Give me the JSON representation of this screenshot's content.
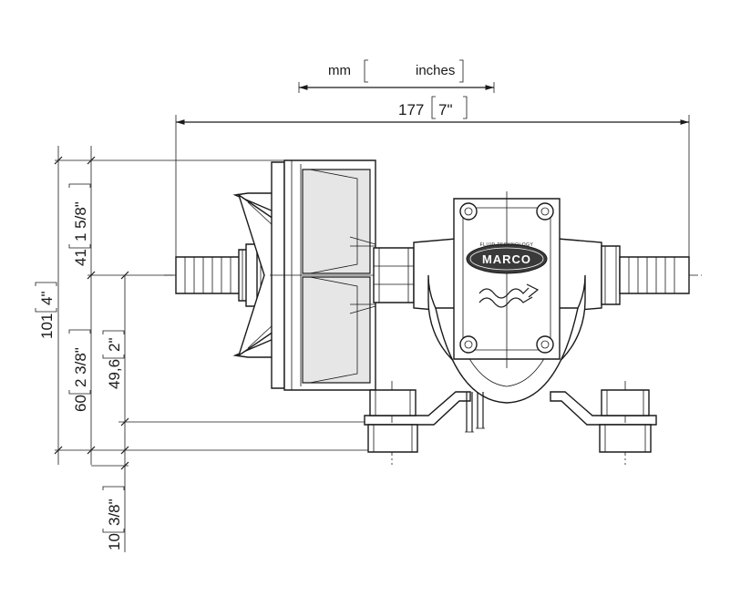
{
  "legend": {
    "unit_primary": "mm",
    "unit_secondary": "inches"
  },
  "dimensions": {
    "length_mm": "177",
    "length_in": "7\"",
    "height_total_mm": "101",
    "height_total_in": "4\"",
    "height_upper_mm": "41",
    "height_upper_in": "1 5/8\"",
    "height_lower_mm": "60",
    "height_lower_in": "2 3/8\"",
    "axis_height_mm": "49,6",
    "axis_height_in": "2\"",
    "foot_mm": "10",
    "foot_in": "3/8\""
  },
  "logo": {
    "brand": "MARCO",
    "tagline": "FLUID TECHNOLOGY"
  }
}
